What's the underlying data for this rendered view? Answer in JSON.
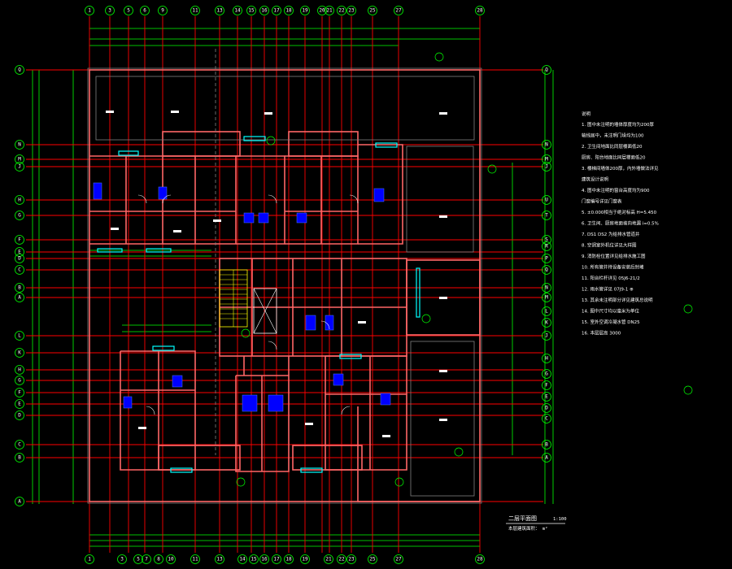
{
  "drawing": {
    "title": "二层平面图",
    "scale": "1:100",
    "subtitle": "本层建筑面积：       m²"
  },
  "axes": {
    "top": [
      "1",
      "3",
      "5",
      "6",
      "9",
      "11",
      "13",
      "14",
      "15",
      "16",
      "17",
      "18",
      "19",
      "20",
      "21",
      "22",
      "23",
      "25",
      "27",
      "28"
    ],
    "bottom": [
      "1",
      "3",
      "5",
      "7",
      "8",
      "10",
      "11",
      "13",
      "14",
      "15",
      "16",
      "17",
      "18",
      "19",
      "21",
      "22",
      "23",
      "25",
      "27",
      "28"
    ],
    "left": [
      "Q",
      "N",
      "M",
      "J",
      "H",
      "G",
      "F",
      "E",
      "D",
      "C",
      "B",
      "A",
      "L",
      "K",
      "H",
      "G",
      "F",
      "E",
      "D",
      "C",
      "B",
      "A"
    ],
    "right": [
      "Q",
      "N",
      "M",
      "J",
      "U",
      "T",
      "S",
      "R",
      "P",
      "Q",
      "N",
      "M",
      "L",
      "K",
      "J",
      "H",
      "G",
      "F",
      "E",
      "D",
      "C",
      "B",
      "A"
    ]
  },
  "notes": {
    "heading": "说明",
    "lines": [
      "1.  图中未注明的墙体厚度均为200厚",
      "    轴线居中，未注明门垛均为100",
      "2.  卫生间地面比同层楼面低20",
      "    厨房、阳台地面比同层楼面低20",
      "3.  楼梯间墙体200厚，内外墙做法详见",
      "    建筑设计说明",
      "4.  图中未注明的窗台高度均为900",
      "    门窗编号详见门窗表",
      "5.  ±0.000相当于绝对标高      H=5.450",
      "6.  卫生间、厨房地面坡向地漏  i=0.5%",
      "7.  DS1  DS2  为给排水管道井",
      "8.  空调室外机位详见大样图",
      "9.  消防栓位置详见给排水施工图",
      "10. 所有管井待设备安装后封堵",
      "11. 阳台栏杆详见   05J6-21/2",
      "12. 雨水管详见     07J9-1  ⊕",
      "13. 其余未注明部分详见建筑总说明",
      "14. 图中尺寸均以毫米为单位",
      "15. 室外空调冷凝水管  DN25",
      "16. 本层层高          3000"
    ]
  },
  "colors": {
    "background": "#000000",
    "axis": "#ff0000",
    "dimension": "#00ff00",
    "wall": "#ff6666",
    "text": "#ffffff",
    "fixture": "#0000ff",
    "window": "#00ffff",
    "stair": "#ffff00",
    "gray": "#808080"
  }
}
